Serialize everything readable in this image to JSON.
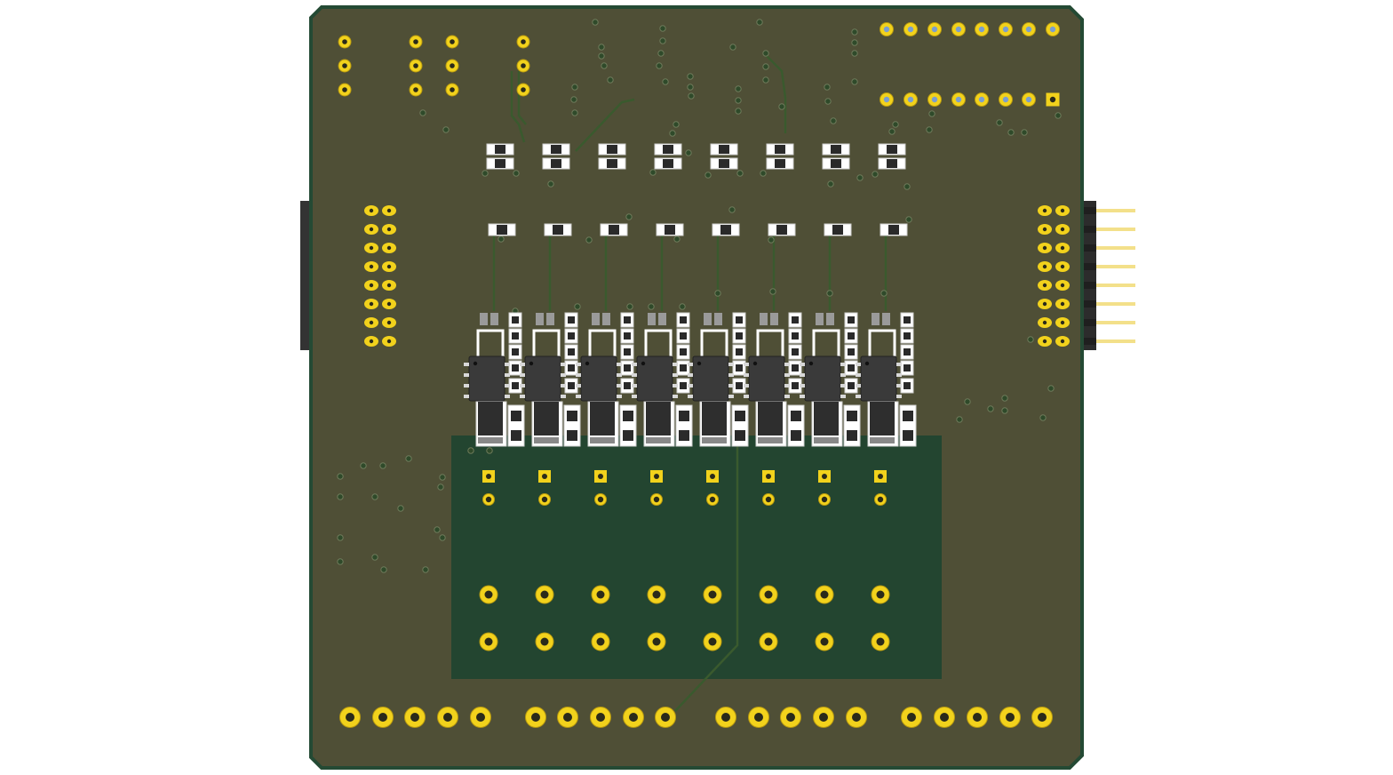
{
  "board": {
    "soldermask_color": "#4f4f36",
    "outline_color": "#244a34",
    "zone_color": "#234530",
    "pad_color": "#f2d21c",
    "drill_color": "#2a2a1a",
    "silk_color": "#f0f0f0",
    "ic_color": "#3a3a3a",
    "header_color": "#333333",
    "pin_color": "#f3e08a"
  },
  "components": {
    "channels": 8,
    "bottom_terminal_groups": [
      5,
      5,
      5,
      5
    ]
  }
}
